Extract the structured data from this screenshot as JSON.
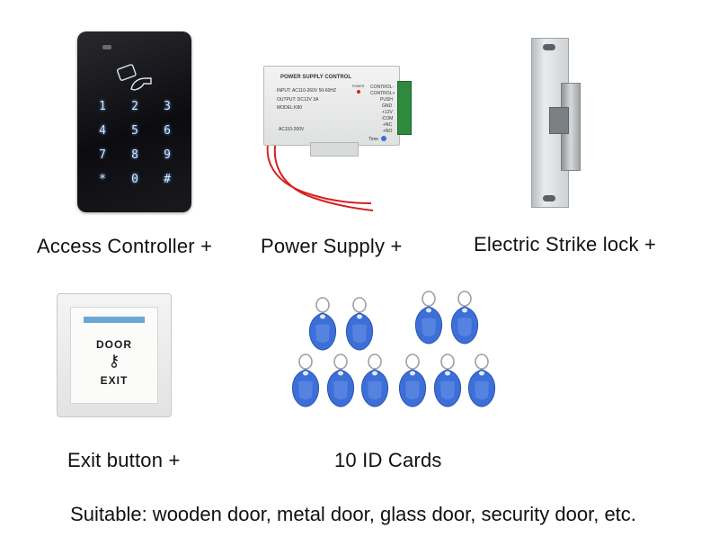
{
  "products": {
    "access_controller": {
      "label": "Access Controller +",
      "keys": [
        "1",
        "2",
        "3",
        "4",
        "5",
        "6",
        "7",
        "8",
        "9",
        "*",
        "0",
        "#"
      ]
    },
    "power_supply": {
      "label": "Power Supply +",
      "panel_title": "POWER SUPPLY CONTROL",
      "input_text": "INPUT: AC110-260V 50-60HZ",
      "output_text": "OUTPUT: DC12V 3A",
      "model_text": "MODEL:K80",
      "terminals": [
        "CONTROL-",
        "CONTROL+",
        "PUSH",
        "GND",
        "+12V",
        "-COM",
        "+NC",
        "+NO"
      ],
      "ac_text": "AC110-260V",
      "power_led_text": "POWER",
      "time_text": "Time"
    },
    "strike_lock": {
      "label": "Electric Strike lock +"
    },
    "exit_button": {
      "label": "Exit button   +",
      "top_text": "DOOR",
      "bottom_text": "EXIT"
    },
    "id_cards": {
      "label": "10 ID Cards",
      "count": 10
    }
  },
  "footer": "Suitable: wooden door, metal door, glass door, security door, etc.",
  "colors": {
    "tag_blue": "#3d6fd8",
    "wire_red": "#d62020",
    "terminal_green": "#2e8b3e",
    "key_glow": "#cfe6ff"
  }
}
